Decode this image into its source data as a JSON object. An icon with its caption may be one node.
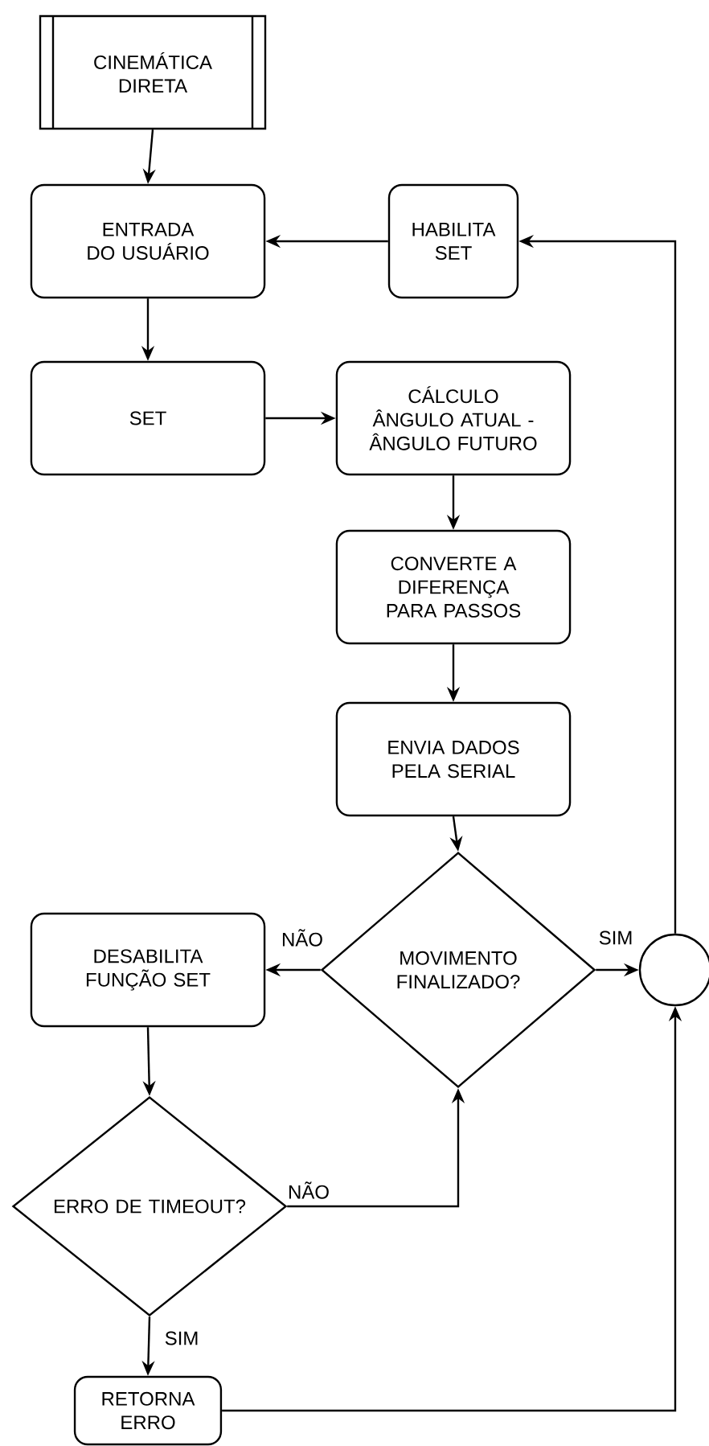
{
  "diagram": {
    "nodes": [
      {
        "text": [
          "CINEMÁTICA DIRETA"
        ]
      },
      {
        "text": [
          "ENTRADA DO USUÁRIO"
        ]
      },
      {
        "text": [
          "HABILITA SET"
        ]
      },
      {
        "text": [
          "SET"
        ]
      },
      {
        "text": [
          "CÁLCULO ÂNGULO ATUAL - ÂNGULO FUTURO"
        ]
      },
      {
        "text": [
          "CONVERTE A DIFERENÇA PARA PASSOS"
        ]
      },
      {
        "text": [
          "ENVIA DADOS PELA SERIAL"
        ]
      },
      {
        "text": [
          "MOVIMENTO FINALIZADO?"
        ]
      },
      {
        "text": [],
        "shape": "circle"
      },
      {
        "text": [
          "DESABILITA FUNÇÃO SET"
        ]
      },
      {
        "text": [
          "ERRO DE TIMEOUT?"
        ]
      },
      {
        "text": [
          "RETORNA ERRO"
        ]
      }
    ],
    "edges": [
      {
        "from": 0,
        "to": 1,
        "arrow": "to"
      },
      {
        "from": 1,
        "to": 3,
        "arrow": "to"
      },
      {
        "from": 3,
        "to": 4,
        "arrow": "to"
      },
      {
        "from": 4,
        "to": 5,
        "arrow": "to"
      },
      {
        "from": 5,
        "to": 6,
        "arrow": "to"
      },
      {
        "from": 6,
        "to": 7,
        "arrow": "to"
      },
      {
        "from": 7,
        "to": 8,
        "arrow": "to",
        "label": "SIM"
      },
      {
        "from": 7,
        "to": 9,
        "arrow": "to",
        "label": "NÃO"
      },
      {
        "from": 9,
        "to": 10,
        "arrow": "to"
      },
      {
        "from": 10,
        "to": 7,
        "arrow": "to",
        "label": "NÃO"
      },
      {
        "from": 10,
        "to": 11,
        "arrow": "to",
        "label": "SIM"
      },
      {
        "from": 11,
        "to": 8,
        "arrow": "to"
      },
      {
        "from": 8,
        "to": 2,
        "arrow": "to"
      },
      {
        "from": 2,
        "to": 1,
        "arrow": "to"
      }
    ]
  }
}
